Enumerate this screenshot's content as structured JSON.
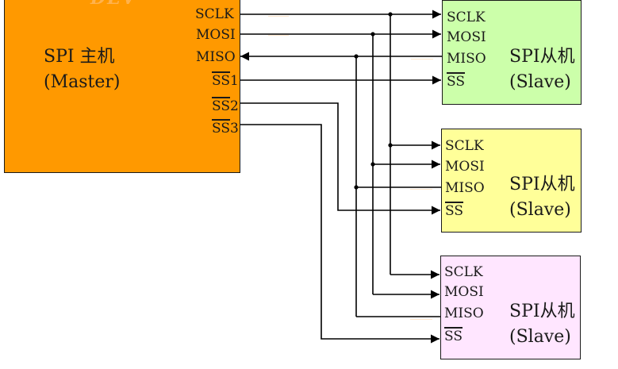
{
  "master": {
    "title": "SPI 主机",
    "subtitle": "(Master)",
    "fill": "#ff9900",
    "pins": [
      "SCLK",
      "MOSI",
      "MISO",
      "SS",
      "SS",
      "SS"
    ],
    "pin_suffix": [
      "",
      "",
      "",
      "1",
      "2",
      "3"
    ]
  },
  "slaves": [
    {
      "title": "SPI从机",
      "subtitle": "(Slave)",
      "fill": "#ccffaa",
      "pins": [
        "SCLK",
        "MOSI",
        "MISO",
        "SS"
      ]
    },
    {
      "title": "SPI从机",
      "subtitle": "(Slave)",
      "fill": "#ffff99",
      "pins": [
        "SCLK",
        "MOSI",
        "MISO",
        "SS"
      ]
    },
    {
      "title": "SPI从机",
      "subtitle": "(Slave)",
      "fill": "#ffe6ff",
      "pins": [
        "SCLK",
        "MOSI",
        "MISO",
        "SS"
      ]
    }
  ],
  "colors": {
    "line": "#000000",
    "border": "#1a1a1a"
  }
}
